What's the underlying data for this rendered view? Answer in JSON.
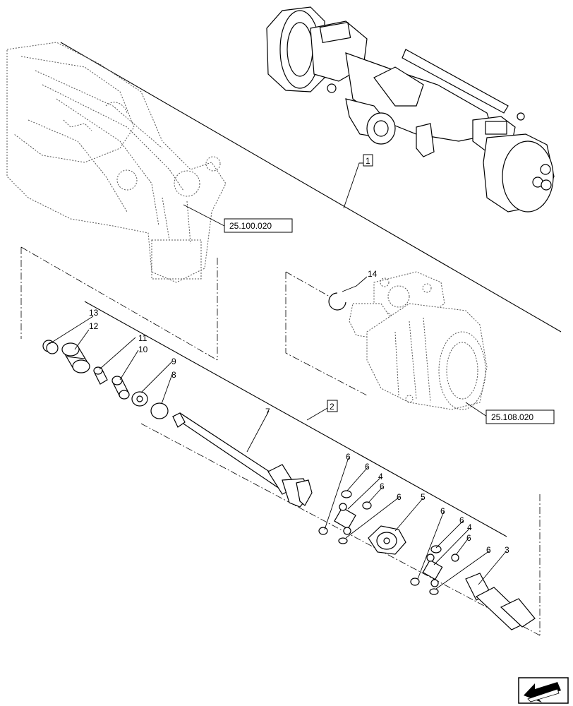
{
  "references": {
    "ref_axle": "25.100.020",
    "ref_hub": "25.108.020"
  },
  "callouts": {
    "c1": "1",
    "c2": "2",
    "c3": "3",
    "c4a": "4",
    "c4b": "4",
    "c5": "5",
    "c6a": "6",
    "c6b": "6",
    "c6c": "6",
    "c6d": "6",
    "c6e": "6",
    "c6f": "6",
    "c6g": "6",
    "c6h": "6",
    "c7": "7",
    "c8": "8",
    "c9": "9",
    "c10": "10",
    "c11": "11",
    "c12": "12",
    "c13": "13",
    "c14": "14"
  },
  "icons": {
    "nav": "arrow-back-icon"
  }
}
